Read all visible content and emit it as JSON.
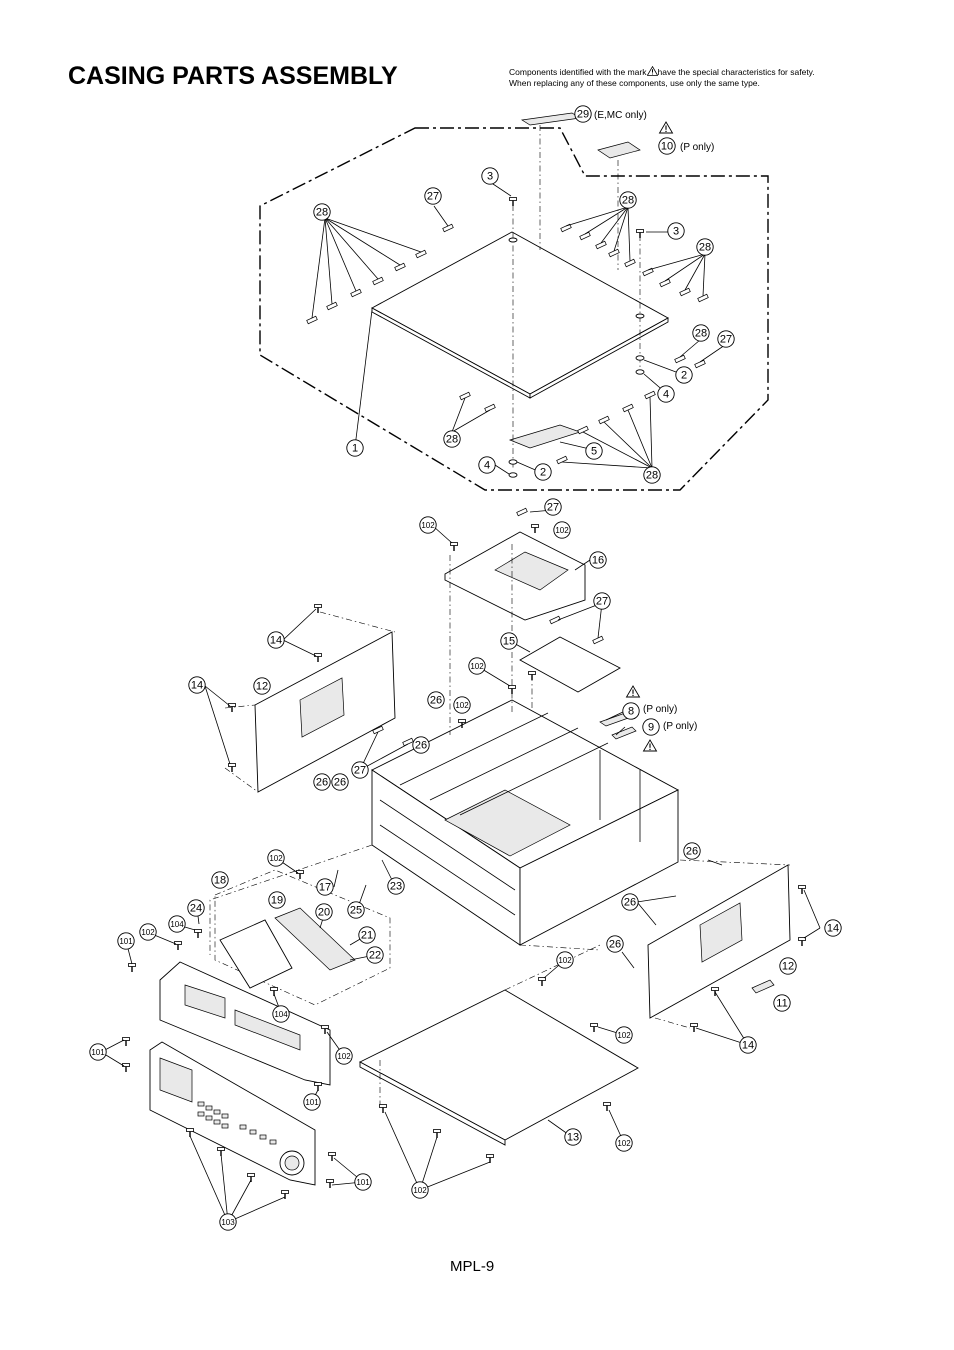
{
  "title": "CASING PARTS ASSEMBLY",
  "notice": {
    "line1_before": "Components identified with the mark",
    "line1_after": "have the special characteristics for safety.",
    "line2": "When replacing any of these components, use only the same type."
  },
  "footer": "MPL-9",
  "icons": {
    "warning": "warning-triangle-icon",
    "screw": "screw-icon"
  },
  "notes": {
    "emc_only": "(E,MC only)",
    "p_only_10": "(P only)",
    "p_only_8": "(P only)",
    "p_only_9": "(P only)"
  },
  "callouts": [
    {
      "label": "29"
    },
    {
      "label": "10"
    },
    {
      "label": "3"
    },
    {
      "label": "27"
    },
    {
      "label": "28"
    },
    {
      "label": "28"
    },
    {
      "label": "3"
    },
    {
      "label": "28"
    },
    {
      "label": "28"
    },
    {
      "label": "27"
    },
    {
      "label": "2"
    },
    {
      "label": "4"
    },
    {
      "label": "1"
    },
    {
      "label": "28"
    },
    {
      "label": "5"
    },
    {
      "label": "4"
    },
    {
      "label": "2"
    },
    {
      "label": "28"
    },
    {
      "label": "27"
    },
    {
      "label": "102"
    },
    {
      "label": "102"
    },
    {
      "label": "16"
    },
    {
      "label": "27"
    },
    {
      "label": "15"
    },
    {
      "label": "14"
    },
    {
      "label": "102"
    },
    {
      "label": "14"
    },
    {
      "label": "12"
    },
    {
      "label": "26"
    },
    {
      "label": "102"
    },
    {
      "label": "8"
    },
    {
      "label": "9"
    },
    {
      "label": "26"
    },
    {
      "label": "27"
    },
    {
      "label": "26"
    },
    {
      "label": "26"
    },
    {
      "label": "102"
    },
    {
      "label": "18"
    },
    {
      "label": "17"
    },
    {
      "label": "25"
    },
    {
      "label": "23"
    },
    {
      "label": "24"
    },
    {
      "label": "19"
    },
    {
      "label": "20"
    },
    {
      "label": "21"
    },
    {
      "label": "22"
    },
    {
      "label": "104"
    },
    {
      "label": "102"
    },
    {
      "label": "101"
    },
    {
      "label": "26"
    },
    {
      "label": "26"
    },
    {
      "label": "14"
    },
    {
      "label": "26"
    },
    {
      "label": "12"
    },
    {
      "label": "102"
    },
    {
      "label": "11"
    },
    {
      "label": "104"
    },
    {
      "label": "102"
    },
    {
      "label": "102"
    },
    {
      "label": "14"
    },
    {
      "label": "101"
    },
    {
      "label": "101"
    },
    {
      "label": "13"
    },
    {
      "label": "102"
    },
    {
      "label": "101"
    },
    {
      "label": "102"
    },
    {
      "label": "103"
    }
  ]
}
